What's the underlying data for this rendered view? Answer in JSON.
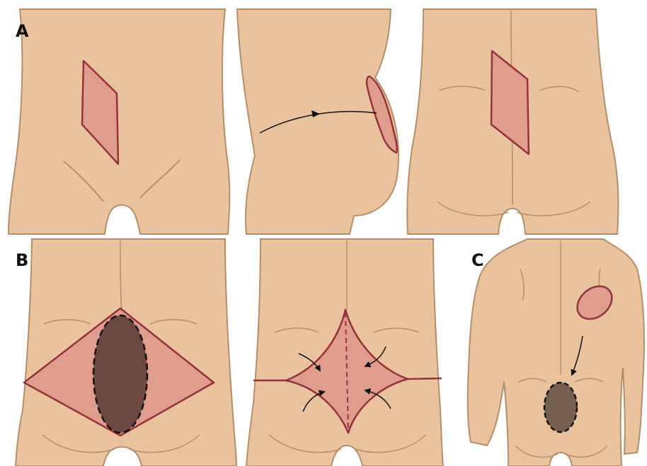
{
  "panel_labels": {
    "a": "A",
    "b": "B",
    "c": "C"
  },
  "colors": {
    "skin": "#E8C39E",
    "skin_outline": "#B58E6A",
    "flap_fill": "#DF9D8E",
    "flap_outline": "#96323C",
    "defect_fill": "#6B4840",
    "defect_fill_c": "#75604D",
    "arrow": "#111111"
  },
  "icons": [
    "arrow-icon"
  ]
}
